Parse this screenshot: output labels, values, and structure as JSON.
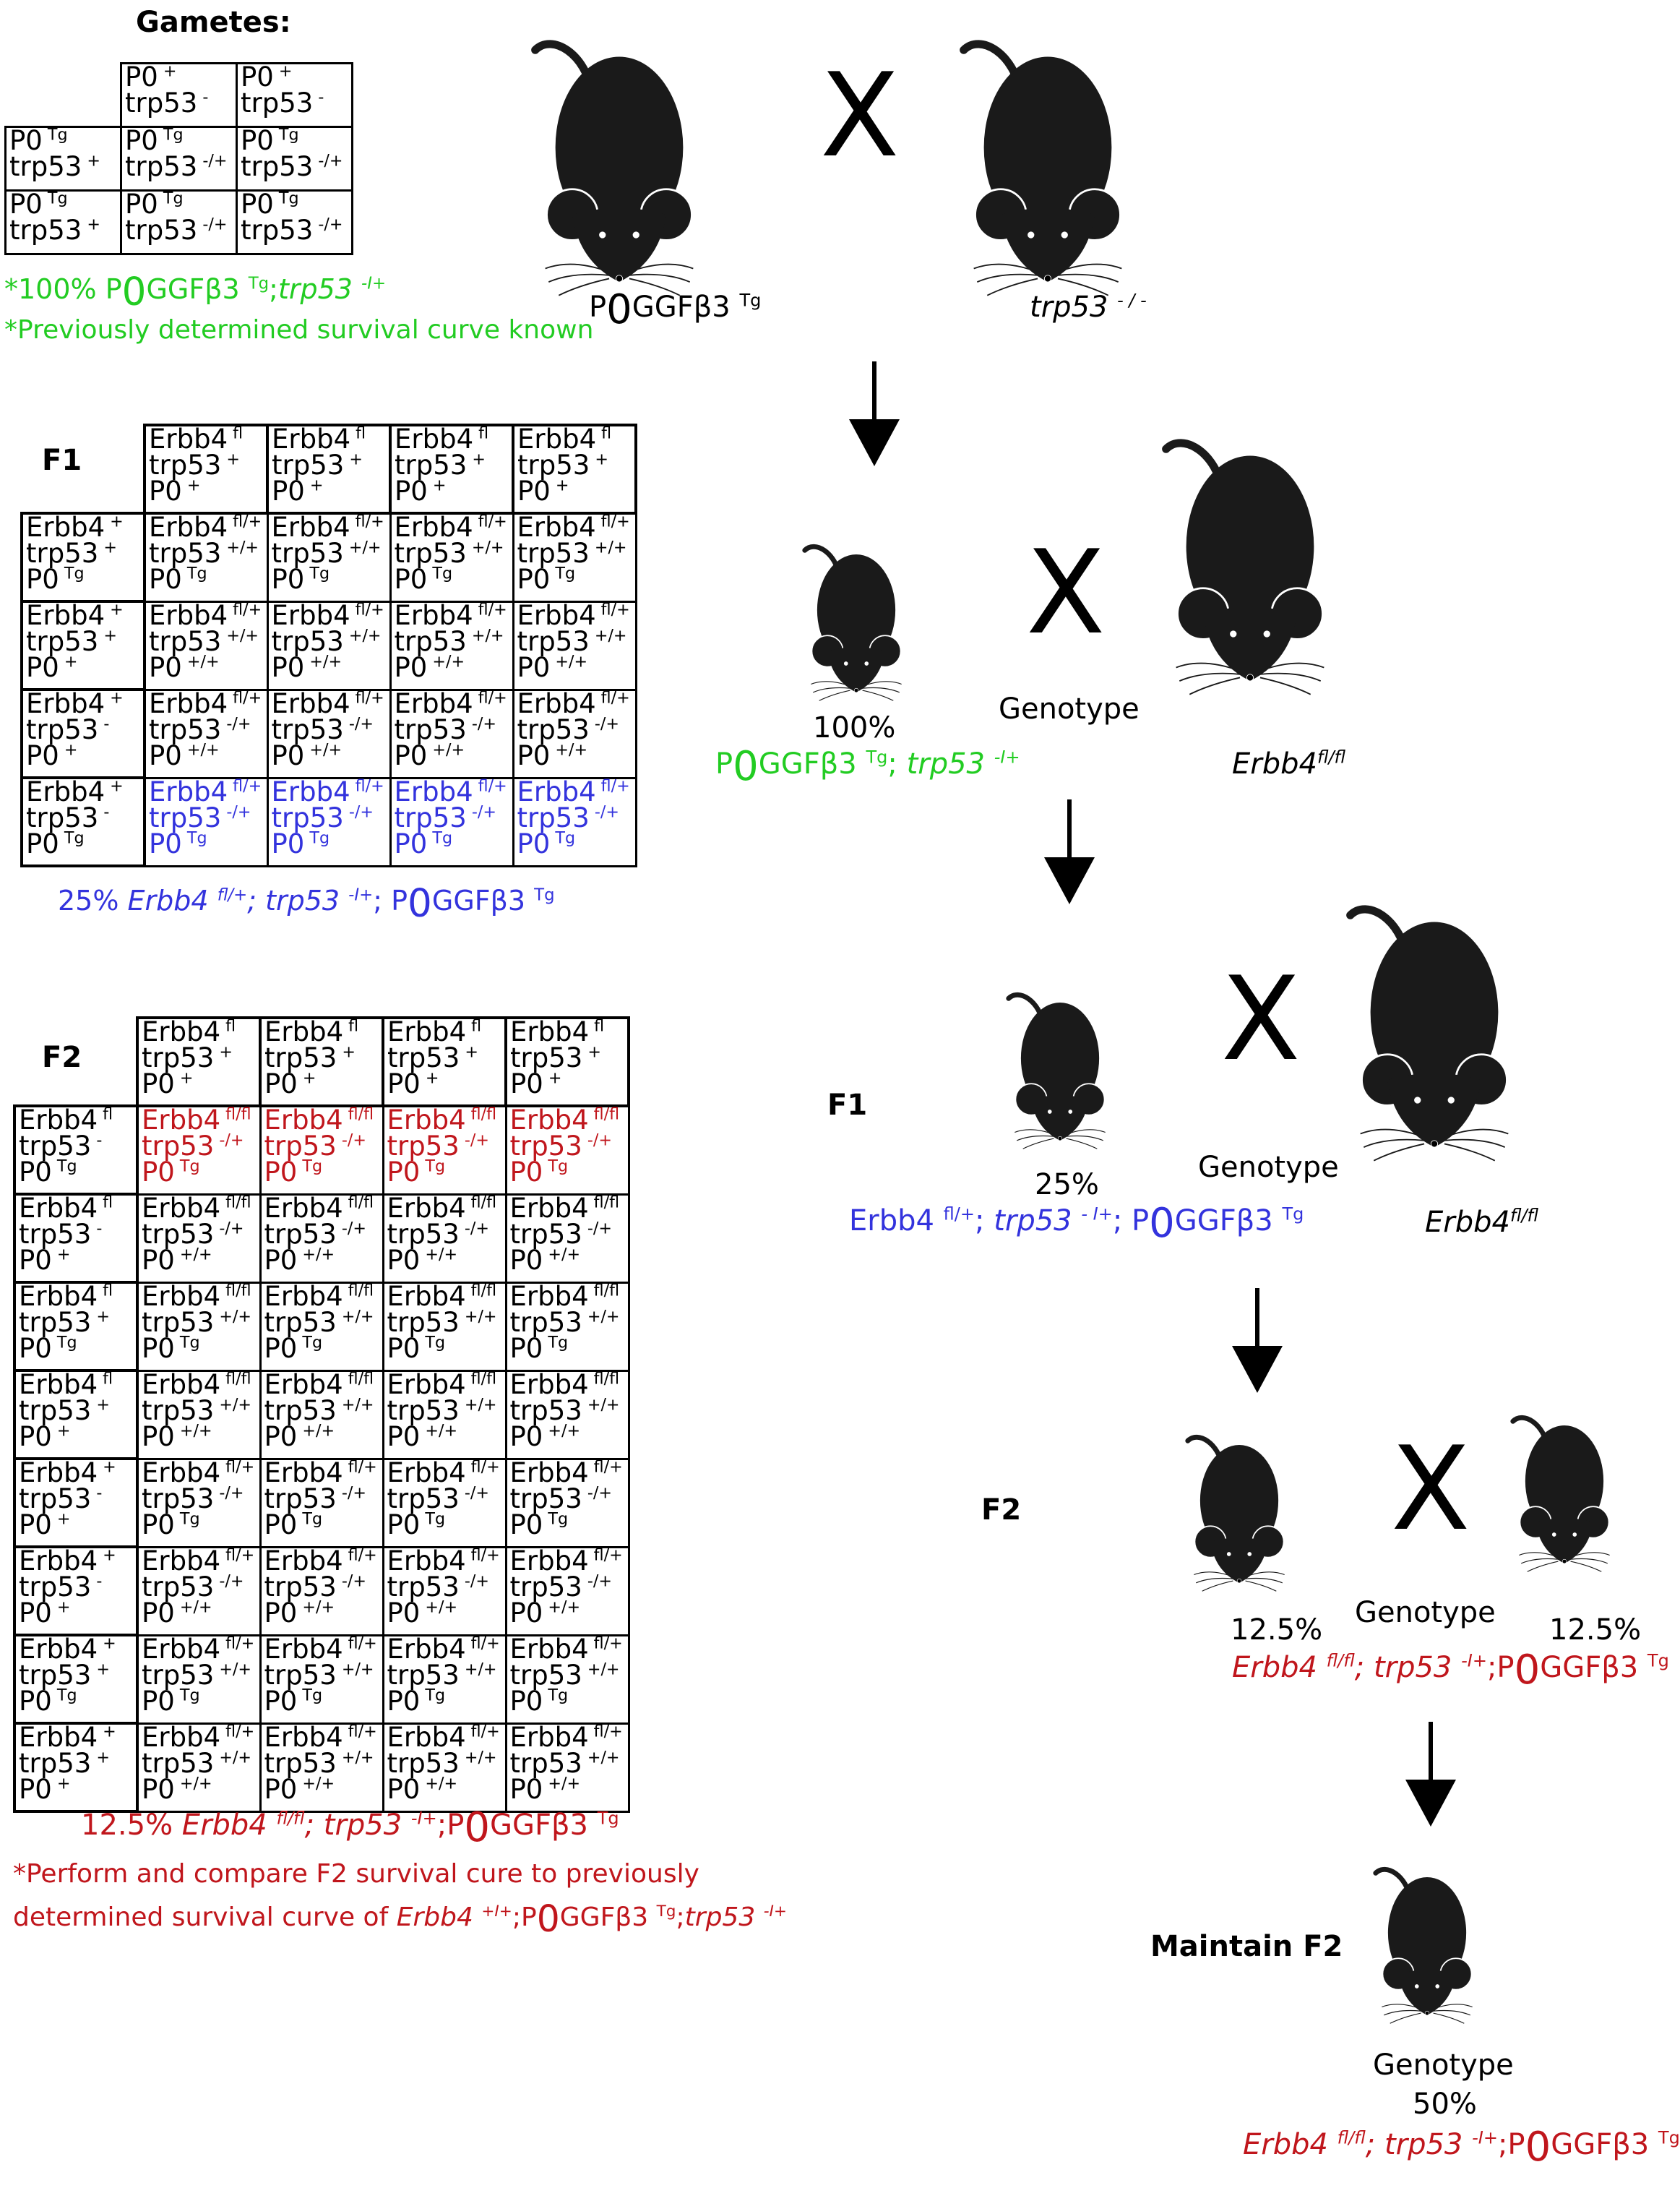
{
  "colors": {
    "green": "#22cc22",
    "blue": "#3333dd",
    "red": "#c0161c",
    "mouse": "#1a1a1a"
  },
  "gametes": {
    "title": "Gametes:",
    "col_headers": [
      [
        "P0 +",
        "trp53 -"
      ],
      [
        "P0 +",
        "trp53 -"
      ]
    ],
    "row_headers": [
      [
        "P0 Tg",
        "trp53 +"
      ],
      [
        "P0 Tg",
        "trp53 +"
      ]
    ],
    "cells": [
      [
        [
          "P0 Tg",
          "trp53 -/+"
        ],
        [
          "P0 Tg",
          "trp53 -/+"
        ]
      ],
      [
        [
          "P0 Tg",
          "trp53 -/+"
        ],
        [
          "P0 Tg",
          "trp53 -/+"
        ]
      ]
    ],
    "note1": "*100% P0GGFβ3 Tg;trp53 -I+",
    "note2": "*Previously determined survival curve known"
  },
  "f1_table": {
    "title": "F1",
    "col_headers": [
      [
        "Erbb4 fl",
        "trp53 +",
        "P0 +"
      ],
      [
        "Erbb4 fl",
        "trp53 +",
        "P0 +"
      ],
      [
        "Erbb4 fl",
        "trp53 +",
        "P0 +"
      ],
      [
        "Erbb4 fl",
        "trp53 +",
        "P0 +"
      ]
    ],
    "row_headers": [
      [
        "Erbb4 +",
        "trp53 +",
        "P0 Tg"
      ],
      [
        "Erbb4 +",
        "trp53 +",
        "P0 +"
      ],
      [
        "Erbb4 +",
        "trp53 -",
        "P0 +"
      ],
      [
        "Erbb4 +",
        "trp53 -",
        "P0 Tg"
      ]
    ],
    "row_cells": [
      [
        "Erbb4 fl/+",
        "trp53 +/+",
        "P0 Tg"
      ],
      [
        "Erbb4 fl/+",
        "trp53 +/+",
        "P0 +/+"
      ],
      [
        "Erbb4 fl/+",
        "trp53 -/+",
        "P0 +/+"
      ],
      [
        "Erbb4 fl/+",
        "trp53 -/+",
        "P0 Tg"
      ]
    ],
    "highlight_row": 3,
    "note": "25% Erbb4 fl/+; trp53 -I+; P0GGFβ3 Tg"
  },
  "f2_table": {
    "title": "F2",
    "col_headers": [
      [
        "Erbb4 fl",
        "trp53 +",
        "P0 +"
      ],
      [
        "Erbb4 fl",
        "trp53 +",
        "P0 +"
      ],
      [
        "Erbb4 fl",
        "trp53 +",
        "P0 +"
      ],
      [
        "Erbb4 fl",
        "trp53 +",
        "P0 +"
      ]
    ],
    "row_headers": [
      [
        "Erbb4 fl",
        "trp53 -",
        "P0 Tg"
      ],
      [
        "Erbb4 fl",
        "trp53 -",
        "P0 +"
      ],
      [
        "Erbb4 fl",
        "trp53 +",
        "P0 Tg"
      ],
      [
        "Erbb4 fl",
        "trp53 +",
        "P0 +"
      ],
      [
        "Erbb4 +",
        "trp53 -",
        "P0 +"
      ],
      [
        "Erbb4 +",
        "trp53 -",
        "P0 +"
      ],
      [
        "Erbb4 +",
        "trp53 +",
        "P0 Tg"
      ],
      [
        "Erbb4 +",
        "trp53 +",
        "P0 +"
      ]
    ],
    "row_cells": [
      [
        "Erbb4 fl/fl",
        "trp53 -/+",
        "P0 Tg"
      ],
      [
        "Erbb4 fl/fl",
        "trp53 -/+",
        "P0 +/+"
      ],
      [
        "Erbb4 fl/fl",
        "trp53 +/+",
        "P0 Tg"
      ],
      [
        "Erbb4 fl/fl",
        "trp53 +/+",
        "P0 +/+"
      ],
      [
        "Erbb4 fl/+",
        "trp53 -/+",
        "P0 Tg"
      ],
      [
        "Erbb4 fl/+",
        "trp53 -/+",
        "P0 +/+"
      ],
      [
        "Erbb4 fl/+",
        "trp53 +/+",
        "P0 Tg"
      ],
      [
        "Erbb4 fl/+",
        "trp53 +/+",
        "P0 +/+"
      ]
    ],
    "highlight_row": 0,
    "note": "12.5% Erbb4 fl/fl; trp53 -I+;P0GGFβ3 Tg",
    "note2a": "*Perform and compare F2 survival cure to previously",
    "note2b": "determined survival curve of Erbb4 +I+;P0GGFβ3 Tg;trp53 -I+"
  },
  "flow": {
    "cross_symbol": "X",
    "parent1": "P0GGFβ3 Tg",
    "parent2": "trp53 -/-",
    "f0_pct": "100%",
    "f0_genotype": "P0GGFβ3 Tg; trp53 -I+",
    "genotype_word": "Genotype",
    "erbb4_flfl": "Erbb4fl/fl",
    "f1_label": "F1",
    "f1_pct": "25%",
    "f1_genotype": "Erbb4 fl/+; trp53 -I+; P0GGFβ3 Tg",
    "f2_label": "F2",
    "f2_pct_left": "12.5%",
    "f2_pct_right": "12.5%",
    "f2_genotype": "Erbb4 fl/fl; trp53 -I+;P0GGFβ3 Tg",
    "maintain": "Maintain F2",
    "final_genotype_word": "Genotype",
    "final_pct": "50%",
    "final_genotype": "Erbb4 fl/fl; trp53 -I+;P0GGFβ3 Tg"
  }
}
